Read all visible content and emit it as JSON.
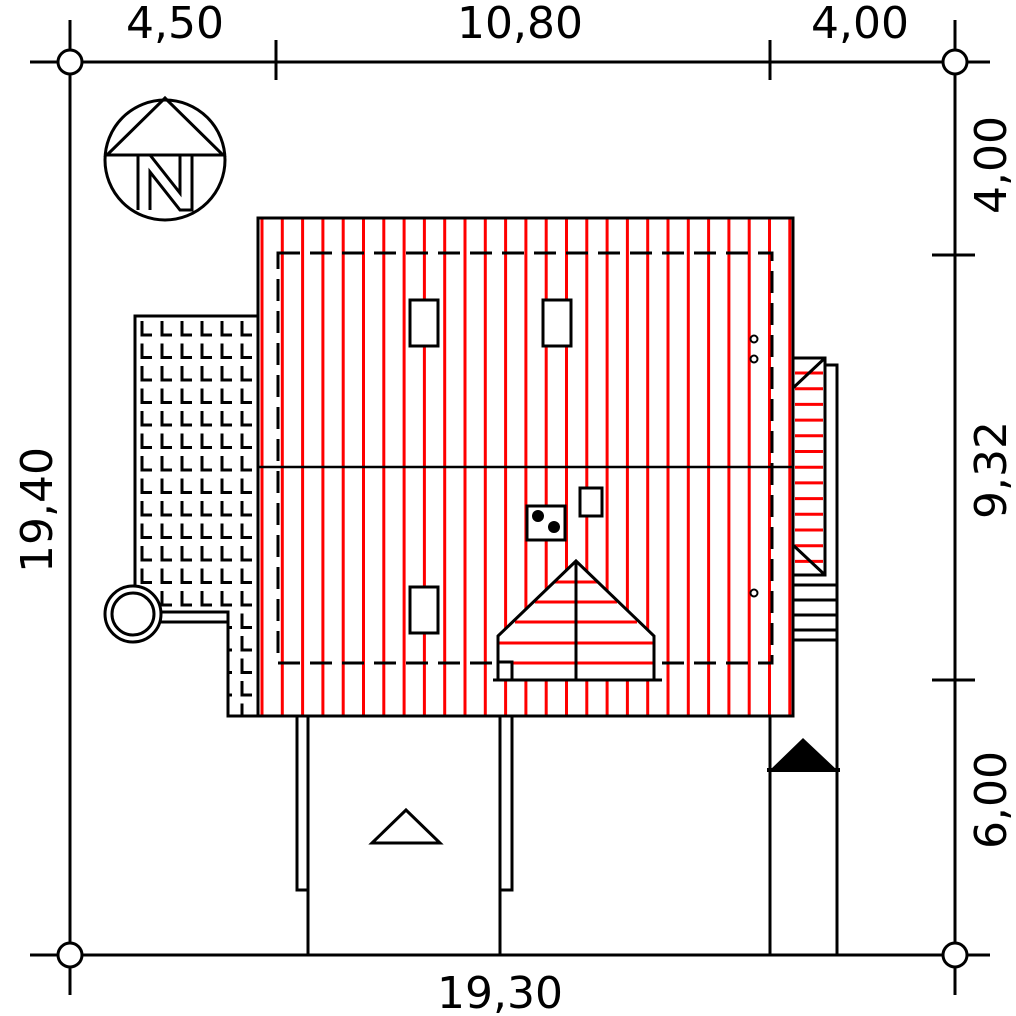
{
  "dimensions": {
    "top": [
      "4,50",
      "10,80",
      "4,00"
    ],
    "right": [
      "4,00",
      "9,32",
      "6,00"
    ],
    "left": "19,40",
    "bottom": "19,30"
  },
  "north_arrow": {
    "label": "N"
  },
  "colors": {
    "plot": "#c5e0a0",
    "roof_lines": "#ff0000",
    "lines": "#000000"
  }
}
